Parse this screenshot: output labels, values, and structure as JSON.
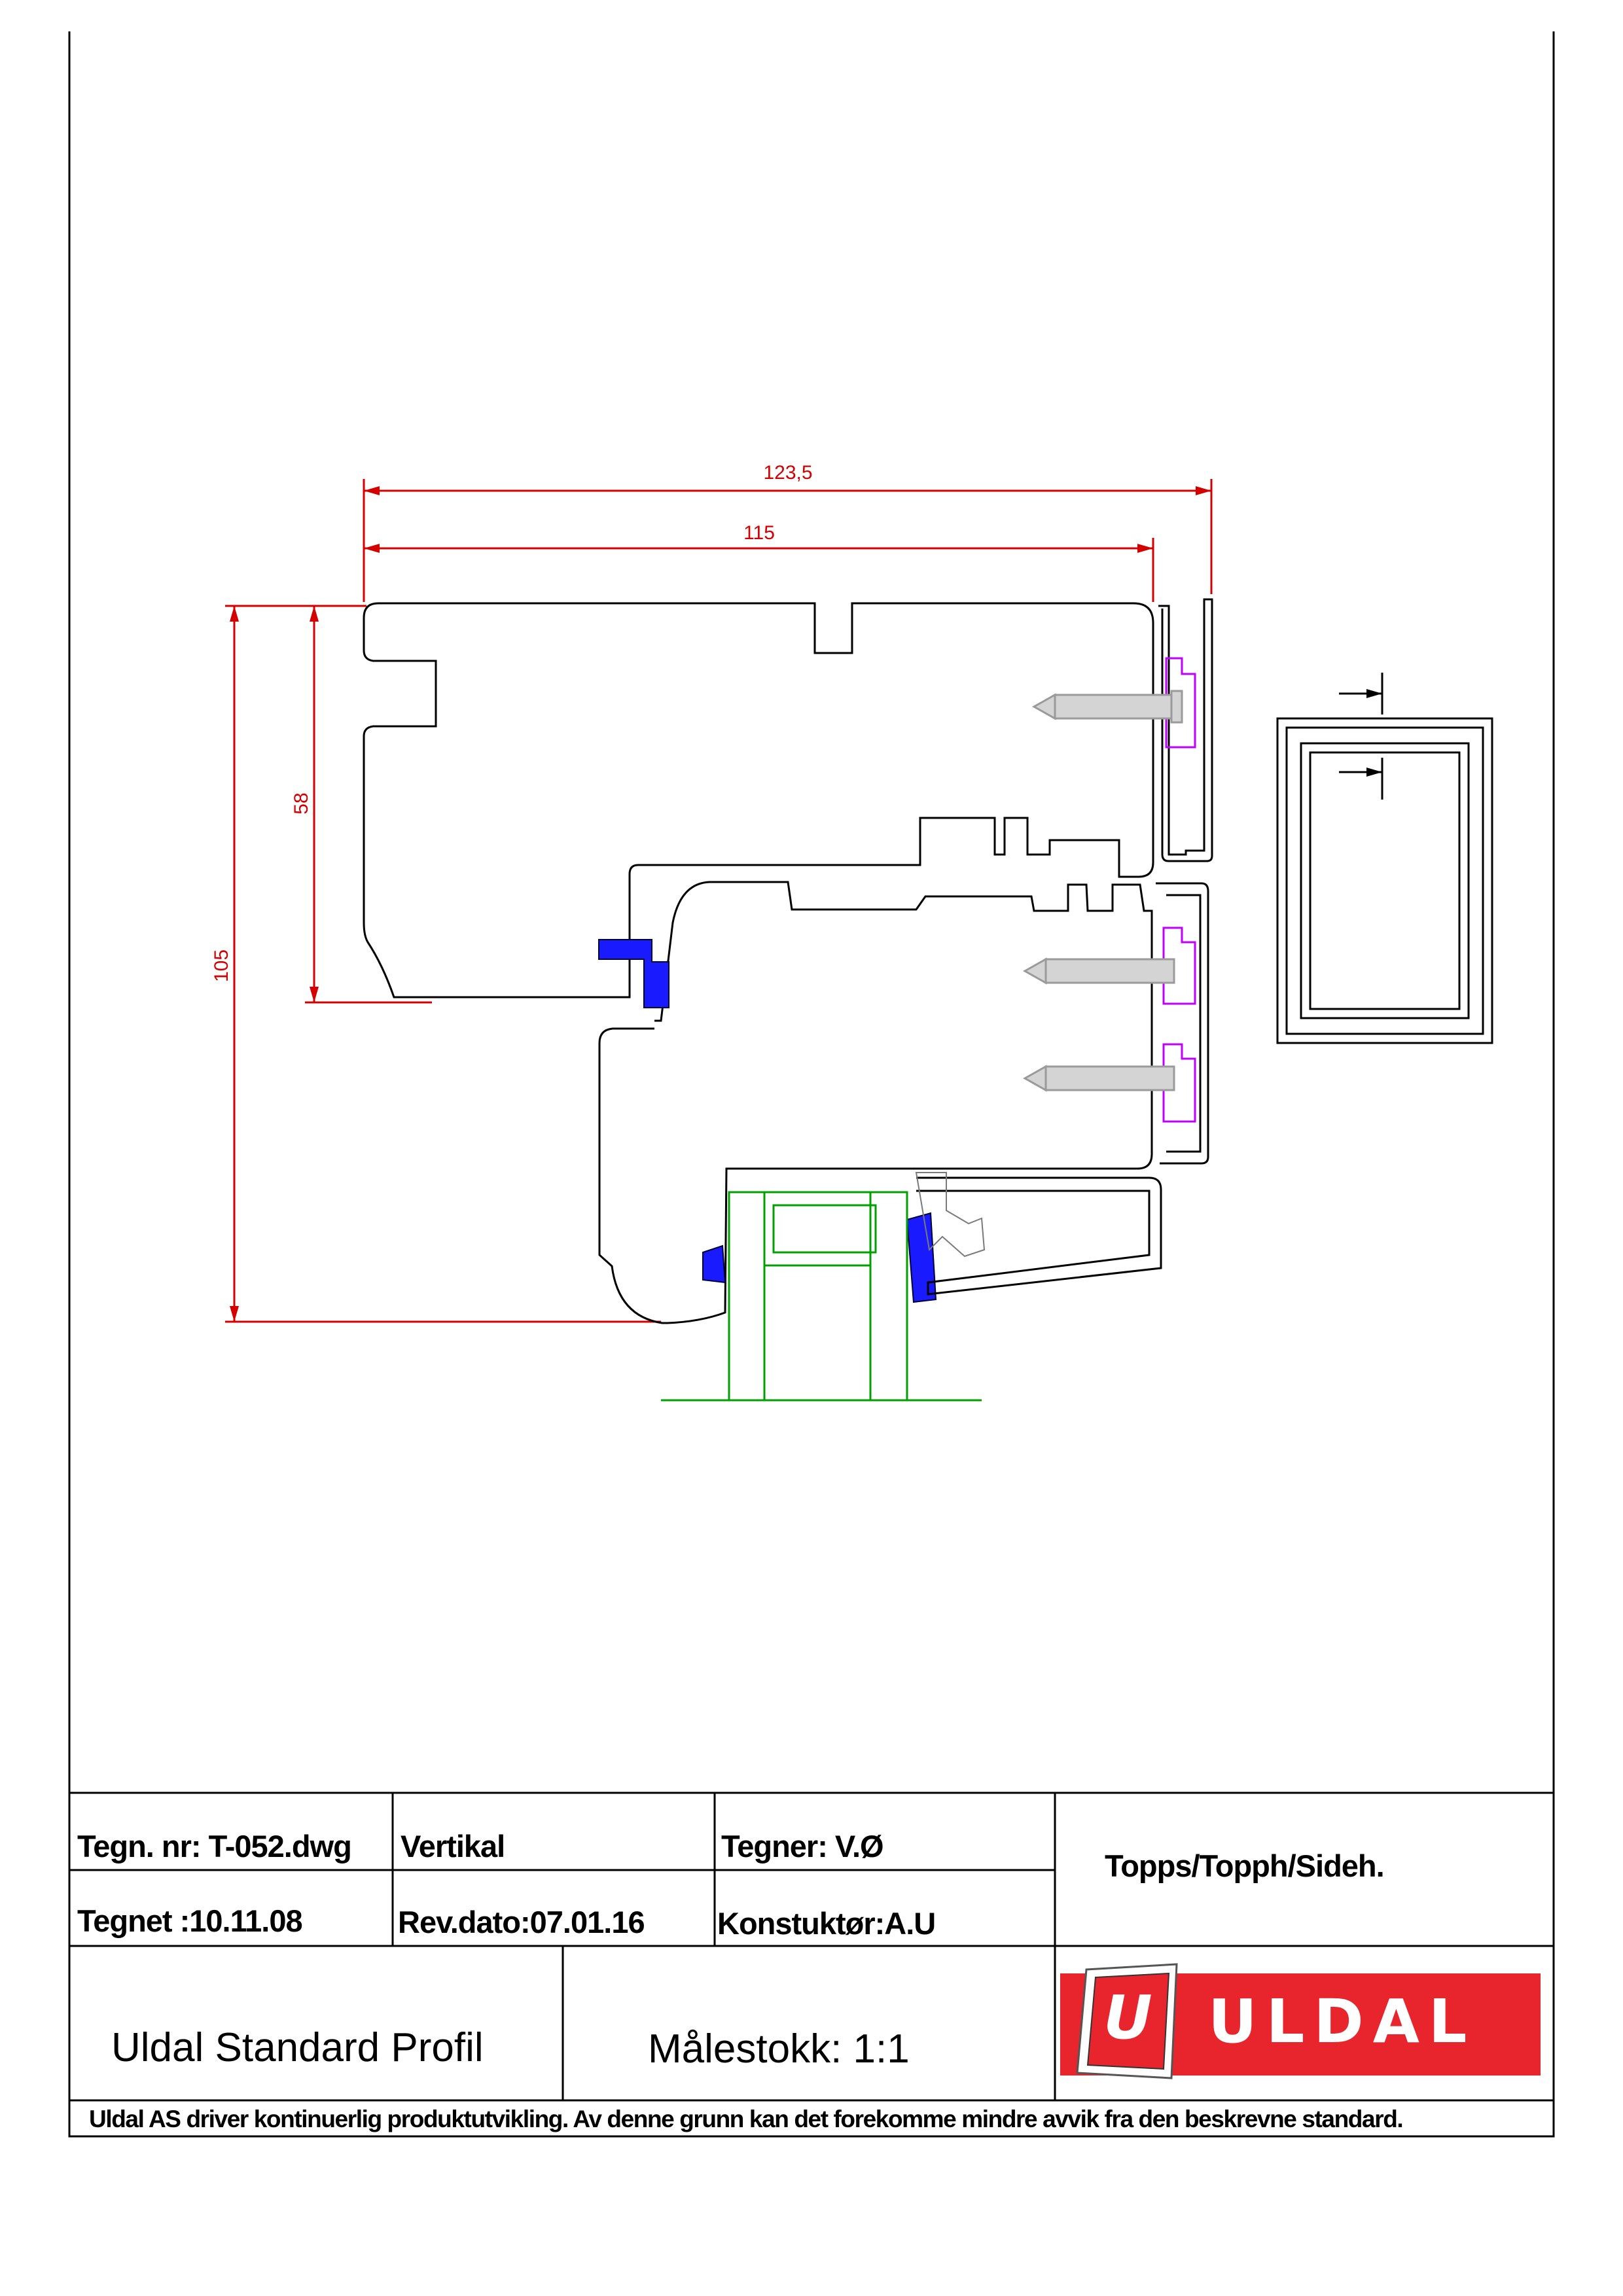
{
  "dimensions": {
    "width_overall": "123,5",
    "width_frame": "115",
    "height_sash": "58",
    "height_total": "105"
  },
  "title_block": {
    "drawing_no": "Tegn. nr: T-052.dwg",
    "orientation": "Vertikal",
    "drafter": "Tegner: V.Ø",
    "product_type": "Topps/Topph/Sideh.",
    "drawn_date": "Tegnet :10.11.08",
    "revision_date": "Rev.dato:07.01.16",
    "designer": "Konstuktør:A.U",
    "profile_name": "Uldal Standard Profil",
    "scale": "Målestokk: 1:1",
    "logo_letter": "U",
    "logo_text": "ULDAL",
    "disclaimer": "Uldal AS driver kontinuerlig produktutvikling. Av denne grunn kan det forekomme mindre avvik fra den beskrevne standard."
  },
  "colors": {
    "dimension": "#d40000",
    "gasket": "#1a1aff",
    "clip": "#c000ff",
    "glass_profile": "#00a000",
    "screw": "#bdbdbd",
    "logo_red": "#e8252c"
  }
}
